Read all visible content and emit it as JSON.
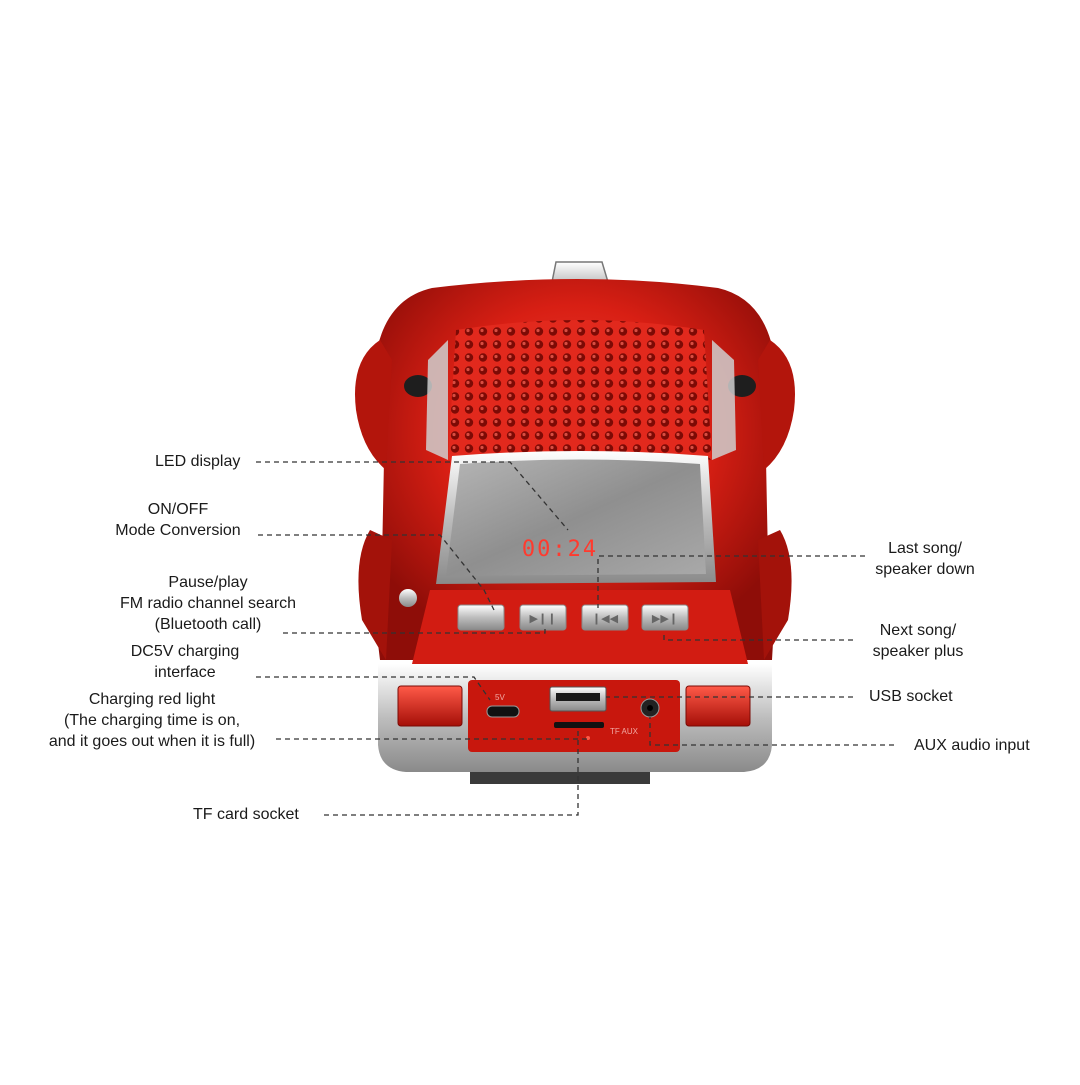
{
  "device": {
    "led_display_reading": "00:24",
    "port_print_left": "5V",
    "port_print_right": "TF AUX"
  },
  "callouts": {
    "led_display": [
      "LED display"
    ],
    "on_off": [
      "ON/OFF",
      "Mode Conversion"
    ],
    "pause_play": [
      "Pause/play",
      "FM radio channel search",
      "(Bluetooth call)"
    ],
    "dc5v": [
      "DC5V charging",
      "interface"
    ],
    "charging_light": [
      "Charging red light",
      "(The charging time is on,",
      "and it goes out when it is full)"
    ],
    "tf_card": [
      "TF card socket"
    ],
    "last_song": [
      "Last song/",
      "speaker down"
    ],
    "next_song": [
      "Next song/",
      "speaker plus"
    ],
    "usb": [
      "USB socket"
    ],
    "aux": [
      "AUX audio input"
    ]
  },
  "colors": {
    "car_body": "#d81f14",
    "car_shadow": "#8e0d08",
    "chrome": "#d9d9d9",
    "screen": "#9a9a9a",
    "led_digits": "#ff3a2e",
    "leader_line": "#333333"
  }
}
